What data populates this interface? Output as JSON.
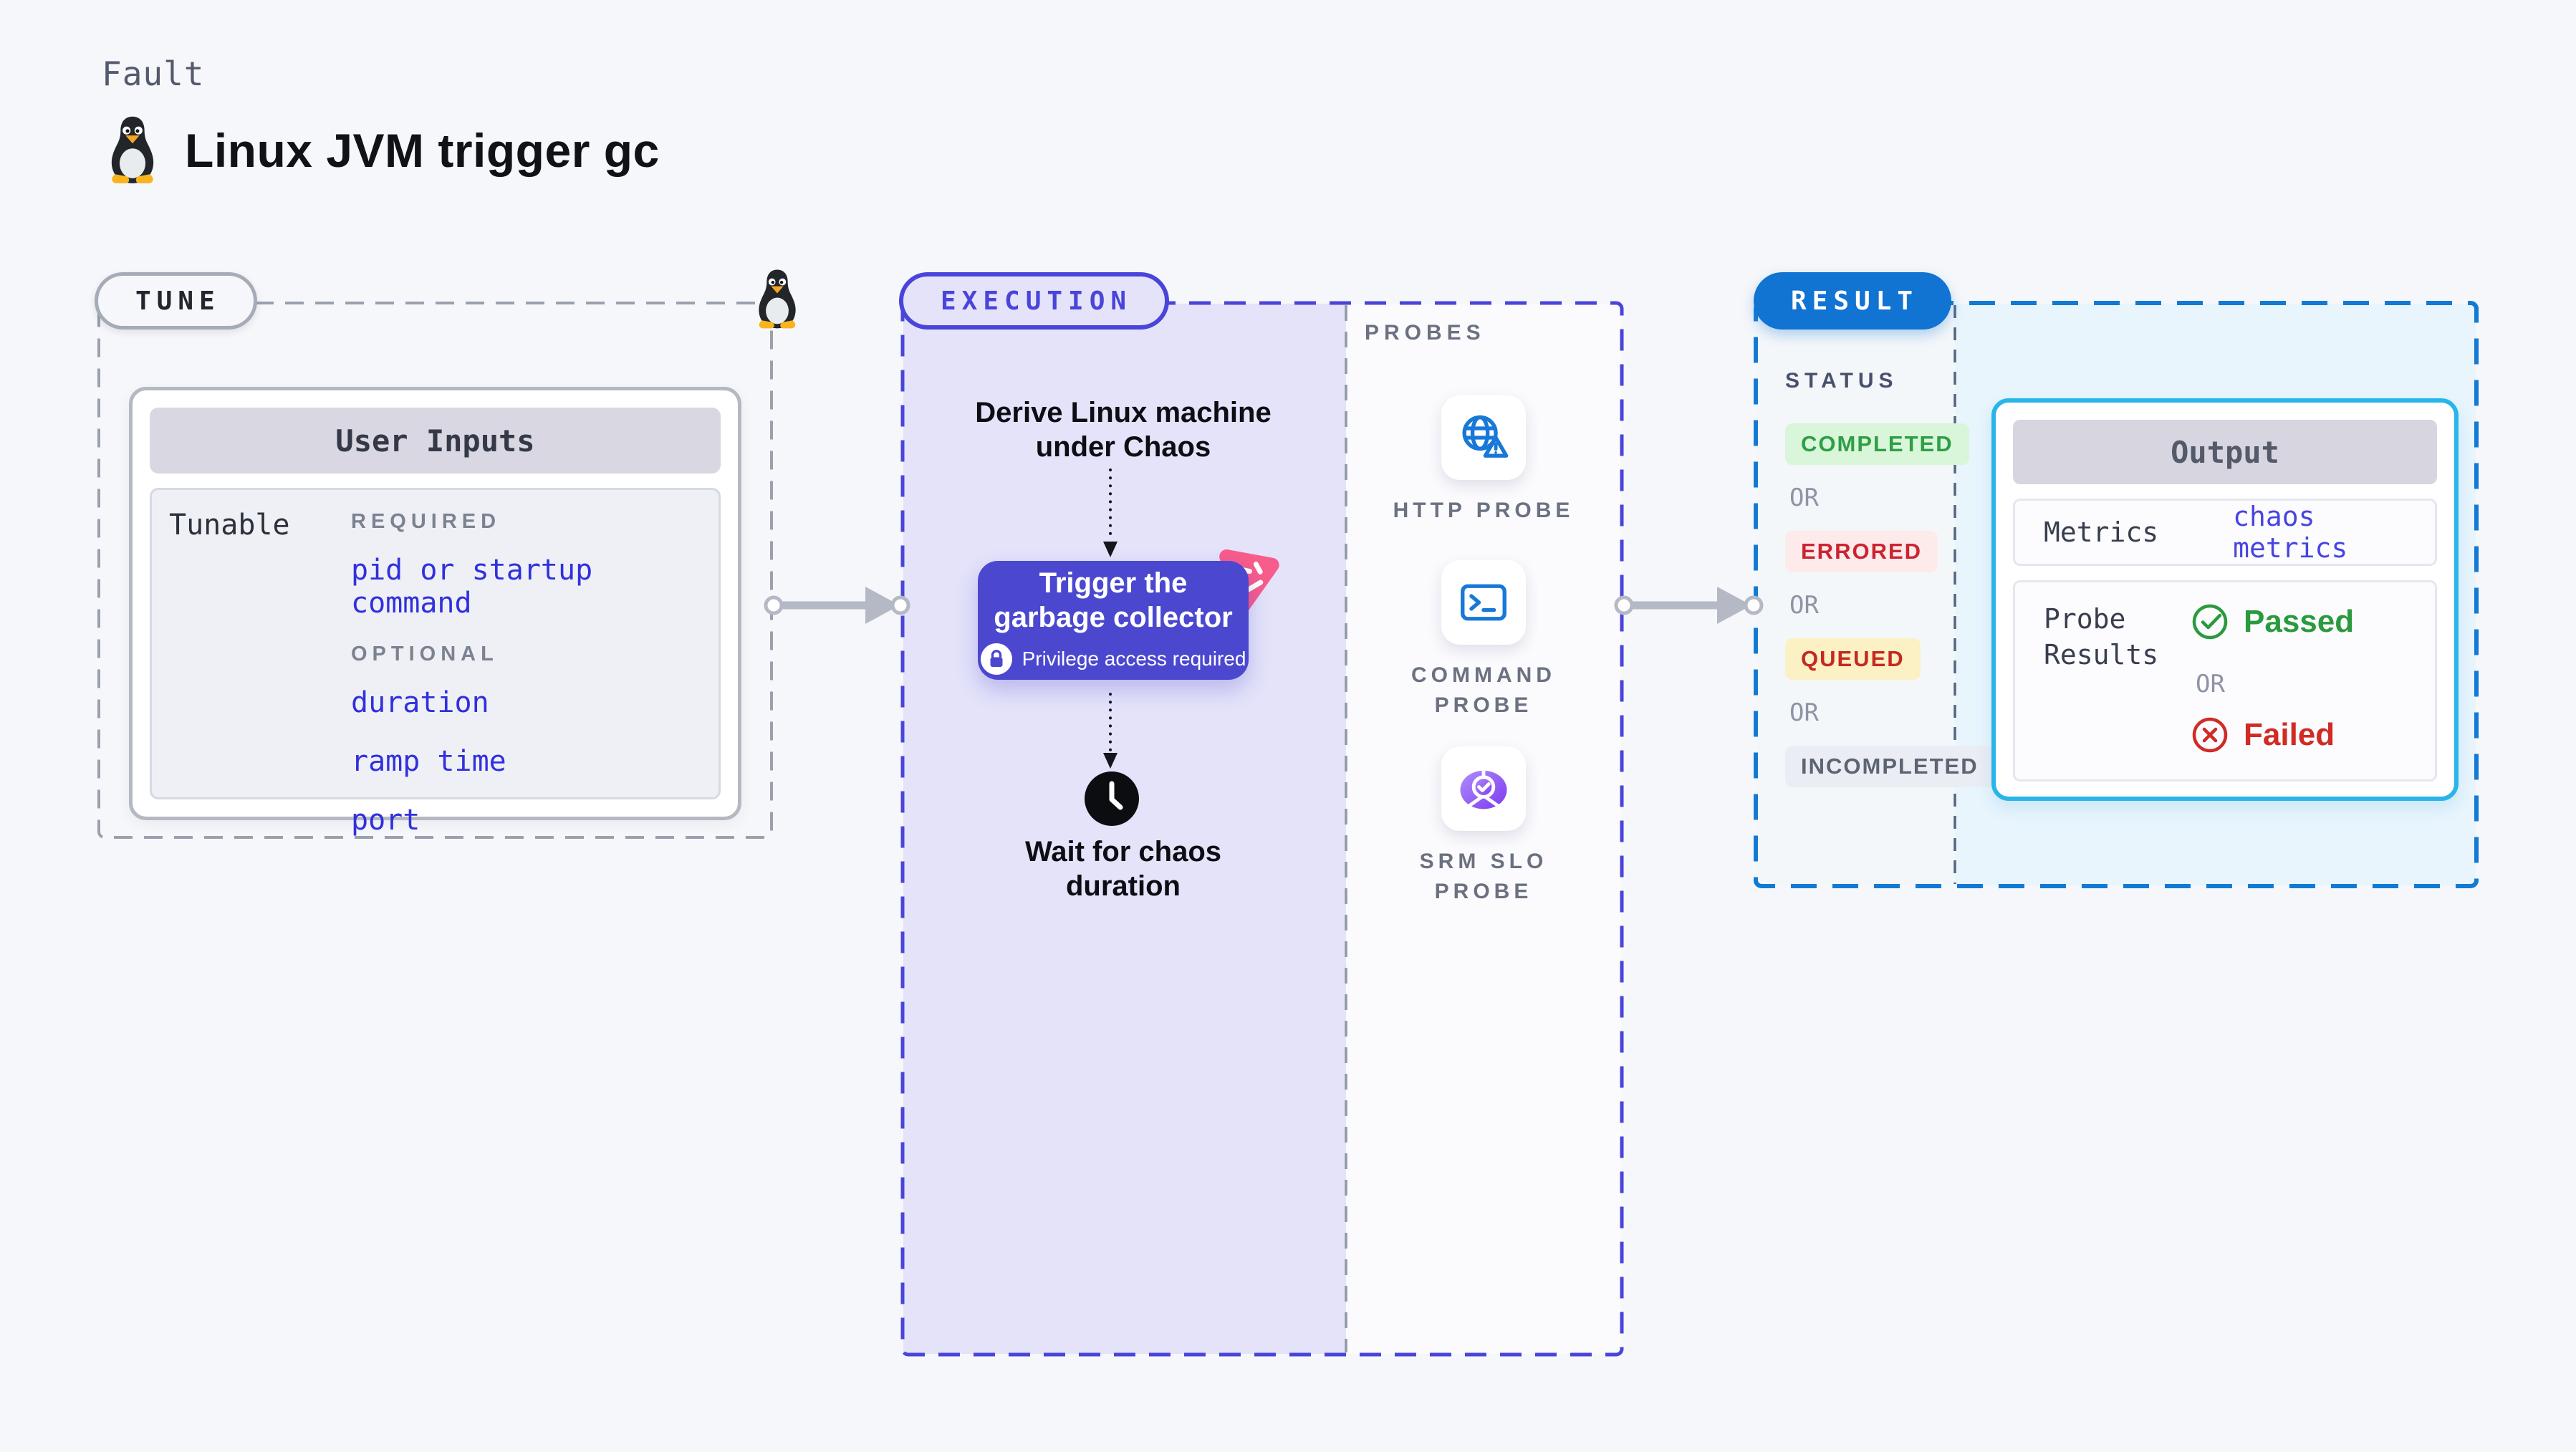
{
  "header": {
    "eyebrow": "Fault",
    "title": "Linux JVM trigger gc",
    "icon": "tux-penguin-icon"
  },
  "tune": {
    "pill": "TUNE",
    "corner_icon": "tux-penguin-icon",
    "user_inputs": {
      "header": "User Inputs",
      "row_label": "Tunable",
      "required_label": "REQUIRED",
      "required_items": [
        "pid or startup command"
      ],
      "optional_label": "OPTIONAL",
      "optional_items": [
        "duration",
        "ramp time",
        "port"
      ]
    }
  },
  "execution": {
    "pill": "EXECUTION",
    "derive_text": "Derive Linux machine\nunder Chaos",
    "trigger": {
      "title": "Trigger the\ngarbage collector",
      "note": "Privilege access required",
      "lock_icon": "lock-icon",
      "corner_icon": "chaos-spark-icon"
    },
    "clock_icon": "clock-icon",
    "wait_text": "Wait for chaos\nduration",
    "probes": {
      "label": "PROBES",
      "items": [
        {
          "name": "HTTP PROBE",
          "icon": "globe-alert-icon"
        },
        {
          "name": "COMMAND\nPROBE",
          "icon": "terminal-icon"
        },
        {
          "name": "SRM SLO\nPROBE",
          "icon": "slo-donut-icon"
        }
      ]
    }
  },
  "result": {
    "pill": "RESULT",
    "status": {
      "label": "STATUS",
      "or_label": "OR",
      "badges": [
        {
          "text": "COMPLETED",
          "bg": "#d9f6da",
          "color": "#2f9e44"
        },
        {
          "text": "ERRORED",
          "bg": "#fdeaea",
          "color": "#cb2431"
        },
        {
          "text": "QUEUED",
          "bg": "#fcf0c5",
          "color": "#c42a22"
        },
        {
          "text": "INCOMPLETED",
          "bg": "#ebedf4",
          "color": "#5d6472"
        }
      ]
    },
    "output": {
      "header": "Output",
      "metrics_label": "Metrics",
      "metrics_value": "chaos metrics",
      "probe_results_label": "Probe\nResults",
      "passed": "Passed",
      "or_label": "OR",
      "failed": "Failed",
      "passed_icon": "check-circle-icon",
      "failed_icon": "x-circle-icon"
    }
  },
  "colors": {
    "page_bg": "#f6f7fa",
    "tune_border": "#9aa0ad",
    "execution_accent": "#4a44da",
    "execution_bg": "#e4e3fa",
    "result_accent": "#137ad4",
    "result_bg": "#e8f5fd",
    "link_blue": "#3130dd",
    "probe_icon_blue": "#1878d8",
    "srm_purple": "#7c3aed",
    "passed_green": "#2b9a3e",
    "failed_red": "#d02b25",
    "pink_badge": "#f85c8b",
    "connector_gray": "#b5b8c5"
  }
}
